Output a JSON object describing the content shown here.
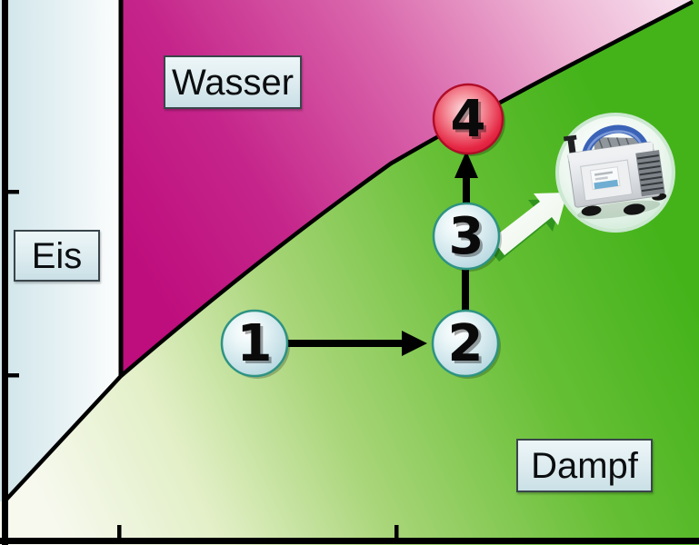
{
  "diagram": {
    "type": "phase-diagram",
    "region_labels": {
      "ice": "Eis",
      "water": "Wasser",
      "vapor": "Dampf"
    },
    "process_points": [
      {
        "label": "1"
      },
      {
        "label": "2"
      },
      {
        "label": "3"
      },
      {
        "label": "4"
      }
    ],
    "icons": {
      "pump": "vacuum-pump-icon",
      "pump_arrow": "arrow-to-pump-icon"
    },
    "palette": {
      "water_region_deep": "#BE0D7D",
      "water_region_light": "#F6DDEC",
      "vapor_region_deep": "#44B31A",
      "vapor_region_light": "#F7F9EF",
      "ice_region": "#D6E8EC",
      "point_fill": "#CCE4EA",
      "point_border": "#2E9383",
      "point4_fill": "#E52744",
      "point4_border": "#B00D28",
      "boundary_line": "#000000",
      "label_box_bg": "#E3EEF0",
      "label_box_border": "#39454B",
      "pump_handle": "#3A63B8"
    }
  }
}
